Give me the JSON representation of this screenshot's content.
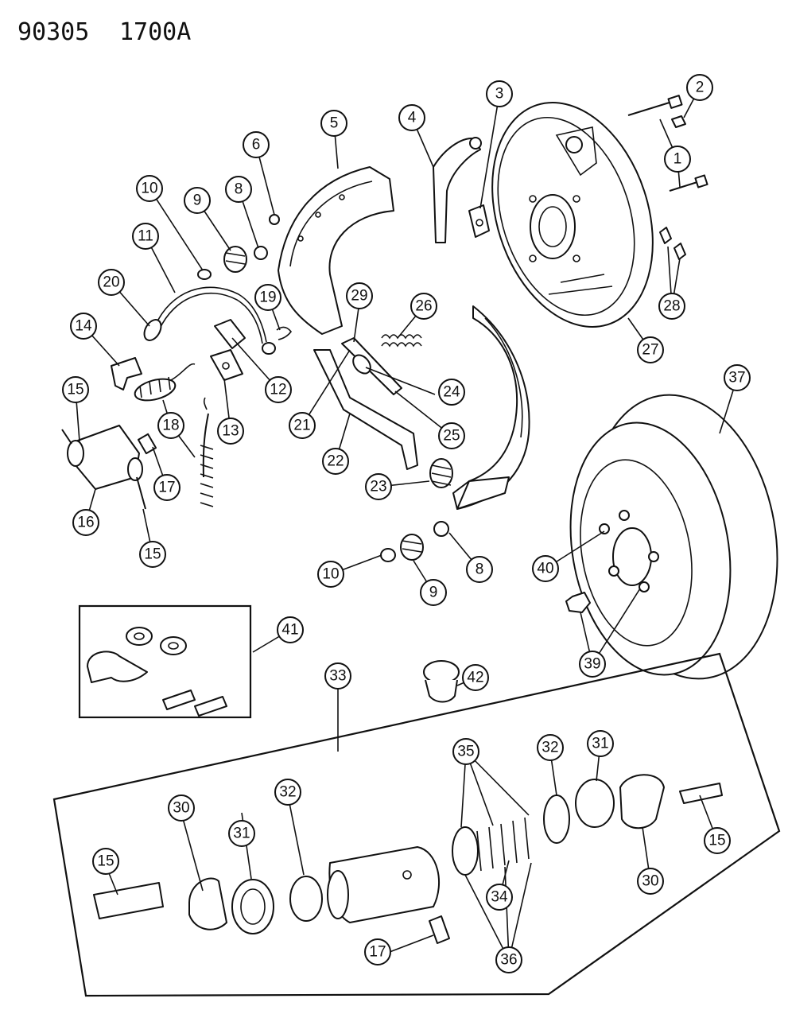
{
  "header": {
    "code_left": "90305",
    "code_right": "1700A"
  },
  "callouts": [
    {
      "id": "c1",
      "label": "1"
    },
    {
      "id": "c2",
      "label": "2"
    },
    {
      "id": "c3",
      "label": "3"
    },
    {
      "id": "c4",
      "label": "4"
    },
    {
      "id": "c5",
      "label": "5"
    },
    {
      "id": "c6",
      "label": "6"
    },
    {
      "id": "c8a",
      "label": "8"
    },
    {
      "id": "c9a",
      "label": "9"
    },
    {
      "id": "c10a",
      "label": "10"
    },
    {
      "id": "c11",
      "label": "11"
    },
    {
      "id": "c12",
      "label": "12"
    },
    {
      "id": "c13",
      "label": "13"
    },
    {
      "id": "c14",
      "label": "14"
    },
    {
      "id": "c15a",
      "label": "15"
    },
    {
      "id": "c15b",
      "label": "15"
    },
    {
      "id": "c16",
      "label": "16"
    },
    {
      "id": "c17a",
      "label": "17"
    },
    {
      "id": "c18",
      "label": "18"
    },
    {
      "id": "c19",
      "label": "19"
    },
    {
      "id": "c20",
      "label": "20"
    },
    {
      "id": "c21",
      "label": "21"
    },
    {
      "id": "c22",
      "label": "22"
    },
    {
      "id": "c23",
      "label": "23"
    },
    {
      "id": "c24",
      "label": "24"
    },
    {
      "id": "c25",
      "label": "25"
    },
    {
      "id": "c26",
      "label": "26"
    },
    {
      "id": "c27",
      "label": "27"
    },
    {
      "id": "c28",
      "label": "28"
    },
    {
      "id": "c29",
      "label": "29"
    },
    {
      "id": "c37",
      "label": "37"
    },
    {
      "id": "c40",
      "label": "40"
    },
    {
      "id": "c10b",
      "label": "10"
    },
    {
      "id": "c9b",
      "label": "9"
    },
    {
      "id": "c8b",
      "label": "8"
    },
    {
      "id": "c41",
      "label": "41"
    },
    {
      "id": "c42",
      "label": "42"
    },
    {
      "id": "c39",
      "label": "39"
    },
    {
      "id": "c33",
      "label": "33"
    },
    {
      "id": "c35",
      "label": "35"
    },
    {
      "id": "c32a",
      "label": "32"
    },
    {
      "id": "c31a",
      "label": "31"
    },
    {
      "id": "c30a",
      "label": "30"
    },
    {
      "id": "c31b",
      "label": "31"
    },
    {
      "id": "c32b",
      "label": "32"
    },
    {
      "id": "c15c",
      "label": "15"
    },
    {
      "id": "c15d",
      "label": "15"
    },
    {
      "id": "c30b",
      "label": "30"
    },
    {
      "id": "c34",
      "label": "34"
    },
    {
      "id": "c17b",
      "label": "17"
    },
    {
      "id": "c36",
      "label": "36"
    }
  ]
}
